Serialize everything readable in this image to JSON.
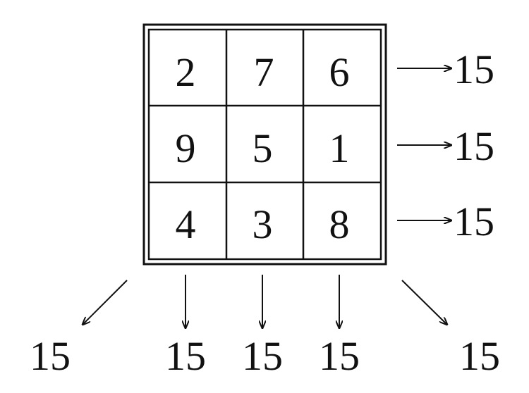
{
  "grid": {
    "rows": [
      [
        "2",
        "7",
        "6"
      ],
      [
        "9",
        "5",
        "1"
      ],
      [
        "4",
        "3",
        "8"
      ]
    ]
  },
  "row_sums": [
    "15",
    "15",
    "15"
  ],
  "column_sums": [
    "15",
    "15",
    "15"
  ],
  "diagonal_sums": {
    "anti_diagonal": "15",
    "main_diagonal": "15"
  }
}
